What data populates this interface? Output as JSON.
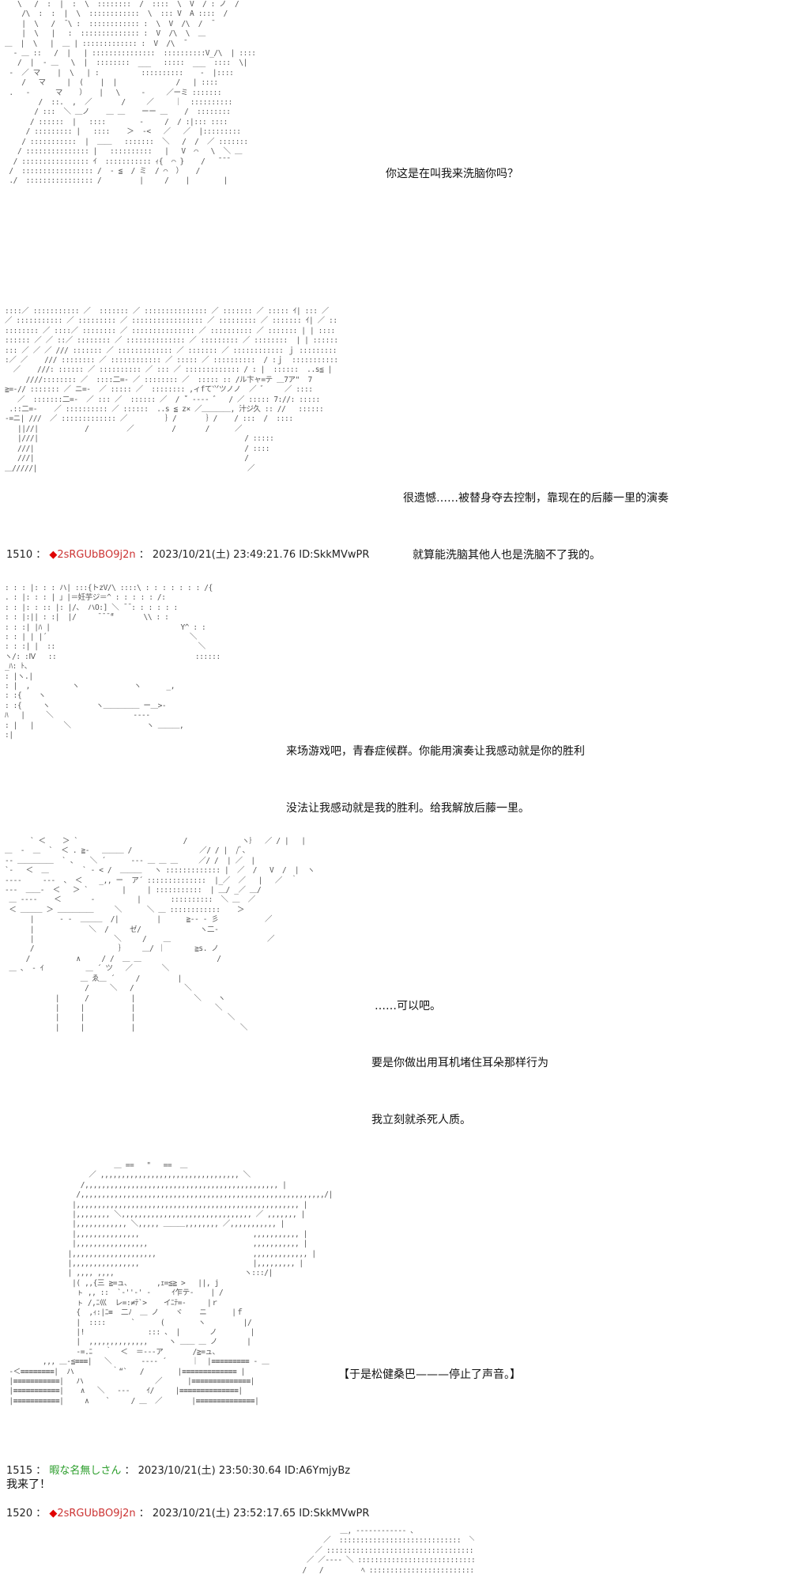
{
  "blocks": [
    {
      "dialog": [
        "你这是在叫我来洗脑你吗？"
      ]
    },
    {
      "dialog": [
        "很遗憾……被替身夺去控制，靠现在的后藤一里的演奏",
        "就算能洗脑其他人也是洗脑不了我的。"
      ]
    },
    {
      "dialog": [
        "来场游戏吧，青春症候群。你能用演奏让我感动就是你的胜利",
        "没法让我感动就是我的胜利。给我解放后藤一里。"
      ]
    },
    {
      "dialog": [
        "……可以吧。",
        "要是你做出用耳机堵住耳朵那样行为",
        "我立刻就杀死人质。"
      ]
    },
    {
      "dialog": [
        "【于是松健桑巴———停止了声音。】"
      ]
    }
  ],
  "posts": [
    {
      "number": "1510",
      "marker": "◆",
      "name": "2sRGUbBO9j2n",
      "datetime": "2023/10/21(土) 23:49:21.76",
      "id": "ID:SkkMVwPR"
    },
    {
      "number": "1515",
      "marker": "",
      "name": "暇な名無しさん",
      "datetime": "2023/10/21(土) 23:50:30.64",
      "id": "ID:A6YmjyBz",
      "body": "我来了！"
    },
    {
      "number": "1520",
      "marker": "◆",
      "name": "2sRGUbBO9j2n",
      "datetime": "2023/10/21(土) 23:52:17.65",
      "id": "ID:SkkMVwPR"
    }
  ],
  "colors": {
    "trip_marker": "#e00000",
    "trip_name": "#cc3333",
    "anon_name": "#2a9d2a",
    "art": "#555555"
  }
}
